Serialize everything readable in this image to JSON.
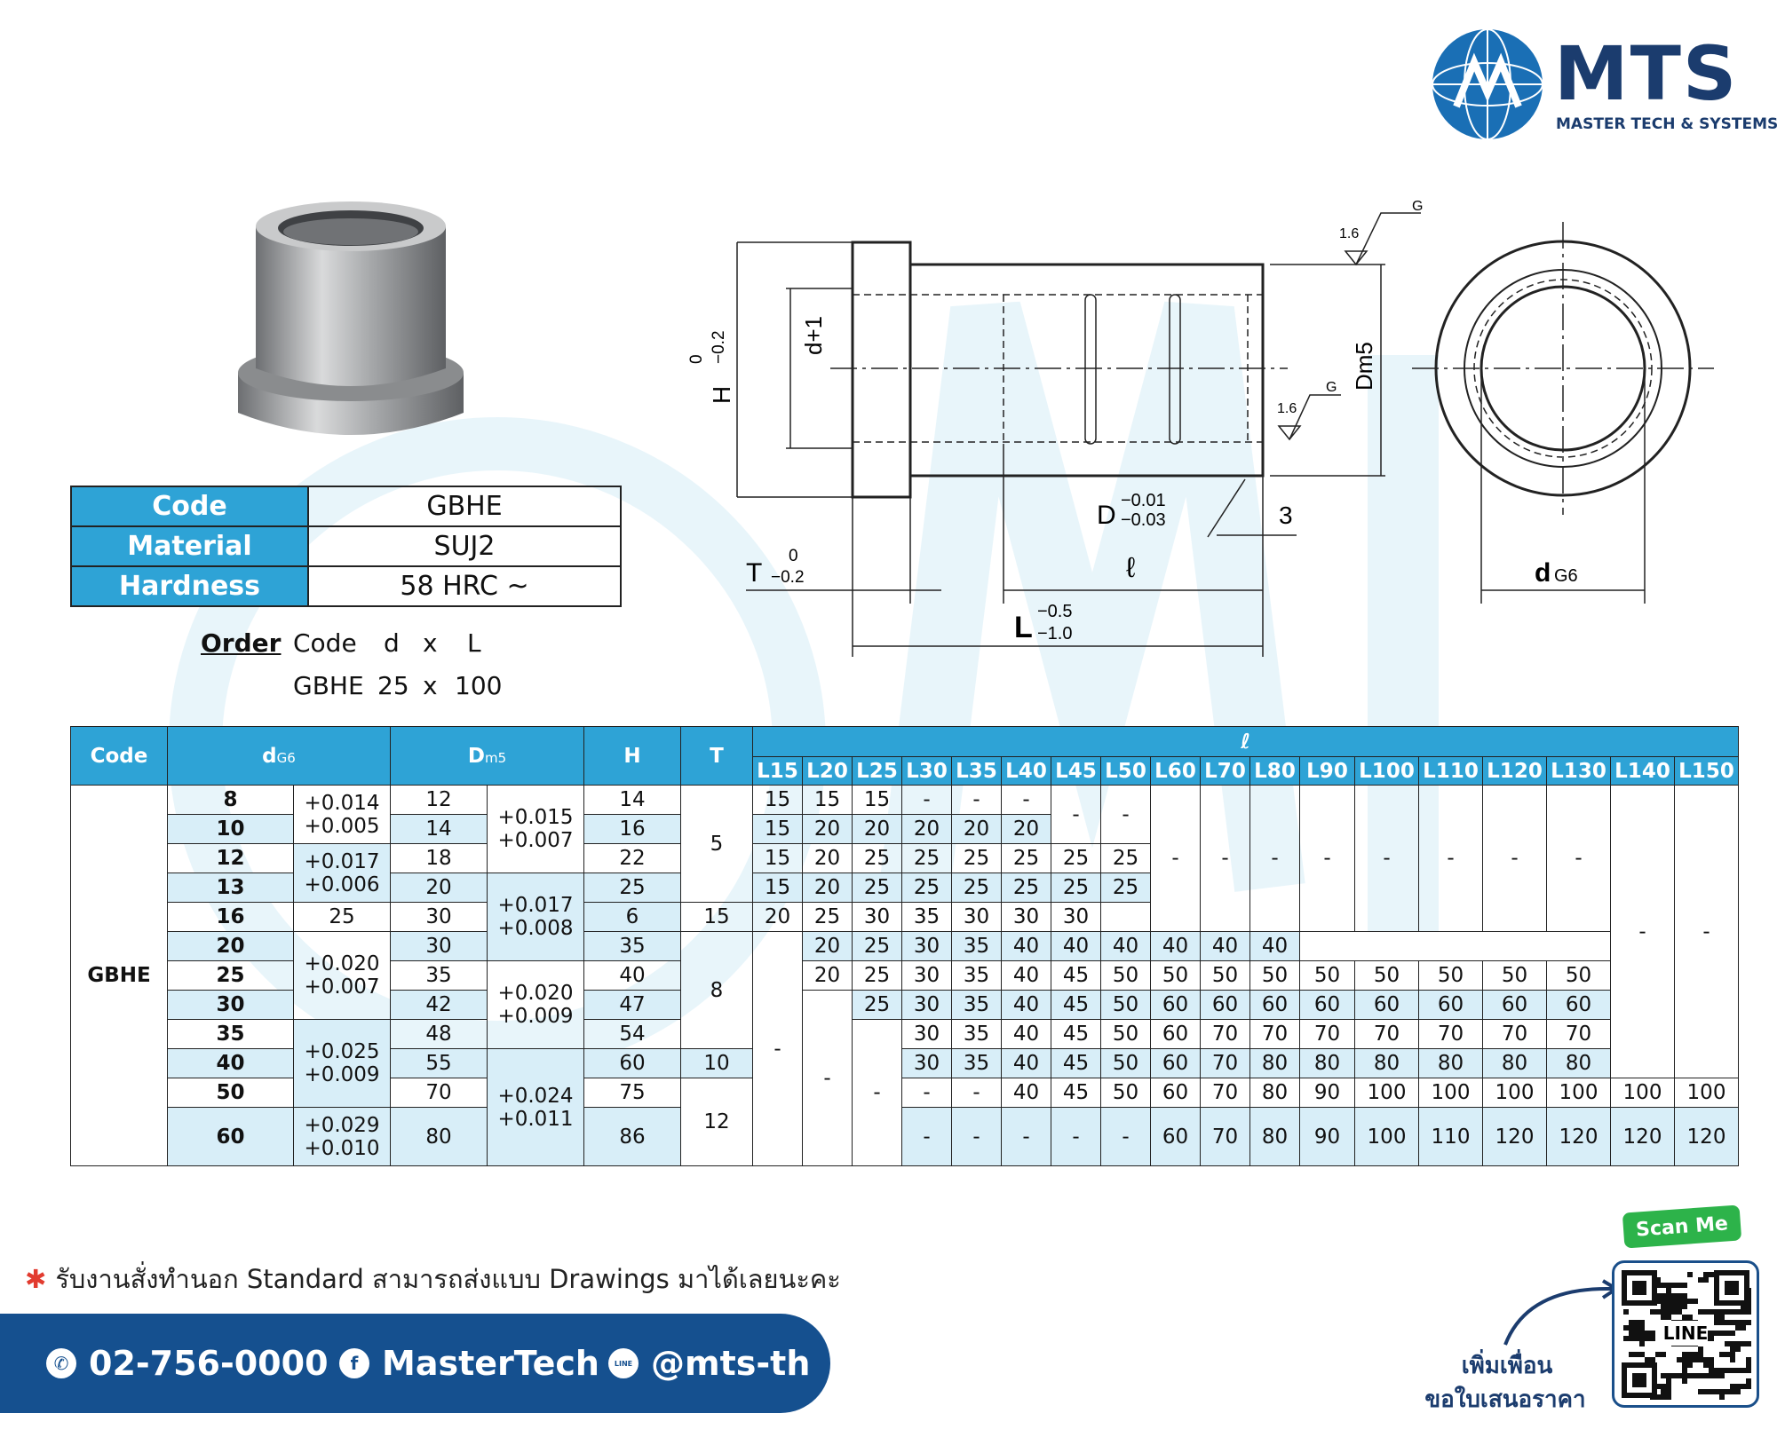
{
  "brand": {
    "name": "MTS",
    "tagline": "MASTER TECH & SYSTEMS",
    "primary": "#1b3c6e",
    "accent": "#2ea3d6"
  },
  "spec": [
    {
      "key": "Code",
      "value": "GBHE"
    },
    {
      "key": "Material",
      "value": "SUJ2"
    },
    {
      "key": "Hardness",
      "value": "58 HRC ~"
    }
  ],
  "order": {
    "label": "Order",
    "fields": [
      "Code",
      "d",
      "x",
      "L"
    ],
    "example": [
      "GBHE",
      "25",
      "x",
      "100"
    ]
  },
  "drawing": {
    "h_label": "H",
    "h_tol_top": "0",
    "h_tol_bot": "−0.2",
    "d_label": "d+1",
    "t_label": "T",
    "t_tol_top": "0",
    "t_tol_bot": "−0.2",
    "dd_label": "D",
    "dd_tol_top": "−0.01",
    "dd_tol_bot": "−0.03",
    "three": "3",
    "ell": "ℓ",
    "l_label": "L",
    "l_tol_top": "−0.5",
    "l_tol_bot": "−1.0",
    "dm5": "Dm5",
    "rough1": "1.6",
    "rough1_g": "G",
    "rough2": "1.6",
    "rough2_g": "G",
    "dg6_main": "d",
    "dg6_sub": "G6"
  },
  "table": {
    "headers": {
      "code": "Code",
      "dg6": "d",
      "dg6_sub": "G6",
      "dm5": "D",
      "dm5_sub": "m5",
      "h": "H",
      "t": "T",
      "ell": "ℓ"
    },
    "lengths": [
      "L15",
      "L20",
      "L25",
      "L30",
      "L35",
      "L40",
      "L45",
      "L50",
      "L60",
      "L70",
      "L80",
      "L90",
      "L100",
      "L110",
      "L120",
      "L130",
      "L140",
      "L150"
    ],
    "code_value": "GBHE",
    "d": [
      "8",
      "10",
      "12",
      "13",
      "16",
      "20",
      "25",
      "30",
      "35",
      "40",
      "50",
      "60"
    ],
    "d_tol": [
      {
        "hi": "+0.014",
        "lo": "+0.005"
      },
      {
        "hi": "+0.017",
        "lo": "+0.006"
      },
      {
        "hi": "+0.020",
        "lo": "+0.007"
      },
      {
        "hi": "+0.025",
        "lo": "+0.009"
      },
      {
        "hi": "+0.029",
        "lo": "+0.010"
      }
    ],
    "D": [
      "12",
      "14",
      "18",
      "20",
      "25",
      "30",
      "35",
      "42",
      "48",
      "55",
      "70",
      "80"
    ],
    "D_tol": [
      {
        "hi": "+0.015",
        "lo": "+0.007"
      },
      {
        "hi": "+0.017",
        "lo": "+0.008"
      },
      {
        "hi": "+0.020",
        "lo": "+0.009"
      },
      {
        "hi": "+0.024",
        "lo": "+0.011"
      }
    ],
    "H": [
      "14",
      "16",
      "22",
      "25",
      "30",
      "35",
      "40",
      "47",
      "54",
      "60",
      "75",
      "86"
    ],
    "T": [
      "5",
      "6",
      "8",
      "10",
      "12"
    ],
    "dash": "-",
    "ell_rows": [
      [
        "15",
        "15",
        "15",
        "-",
        "-",
        "-"
      ],
      [
        "15",
        "20",
        "20",
        "20",
        "20",
        "20"
      ],
      [
        "15",
        "20",
        "25",
        "25",
        "25",
        "25",
        "25",
        "25"
      ],
      [
        "15",
        "20",
        "25",
        "25",
        "25",
        "25",
        "25",
        "25"
      ],
      [
        "15",
        "20",
        "25",
        "30",
        "35",
        "30",
        "30",
        "30"
      ],
      [
        "20",
        "25",
        "30",
        "35",
        "40",
        "40",
        "40",
        "40",
        "40",
        "40"
      ],
      [
        "20",
        "25",
        "30",
        "35",
        "40",
        "45",
        "50",
        "50",
        "50",
        "50",
        "50",
        "50",
        "50",
        "50",
        "50"
      ],
      [
        "25",
        "30",
        "35",
        "40",
        "45",
        "50",
        "60",
        "60",
        "60",
        "60",
        "60",
        "60",
        "60",
        "60"
      ],
      [
        "30",
        "35",
        "40",
        "45",
        "50",
        "60",
        "70",
        "70",
        "70",
        "70",
        "70",
        "70",
        "70"
      ],
      [
        "30",
        "35",
        "40",
        "45",
        "50",
        "60",
        "70",
        "80",
        "80",
        "80",
        "80",
        "80",
        "80"
      ],
      [
        "-",
        "-",
        "40",
        "45",
        "50",
        "60",
        "70",
        "80",
        "90",
        "100",
        "100",
        "100",
        "100",
        "100",
        "100"
      ],
      [
        "-",
        "-",
        "-",
        "-",
        "-",
        "60",
        "70",
        "80",
        "90",
        "100",
        "110",
        "120",
        "120",
        "120",
        "120"
      ]
    ]
  },
  "note": "รับงานสั่งทำนอก Standard สามารถส่งแบบ Drawings มาได้เลยนะคะ",
  "contact": {
    "phone": "02-756-0000",
    "facebook": "MasterTech",
    "facebook_icon": "f",
    "line": "@mts-th",
    "line_icon": "LINE"
  },
  "qr": {
    "scan": "Scan Me",
    "line1": "เพิ่มเพื่อน",
    "line2": "ขอใบเสนอราคา",
    "center": "LINE"
  }
}
